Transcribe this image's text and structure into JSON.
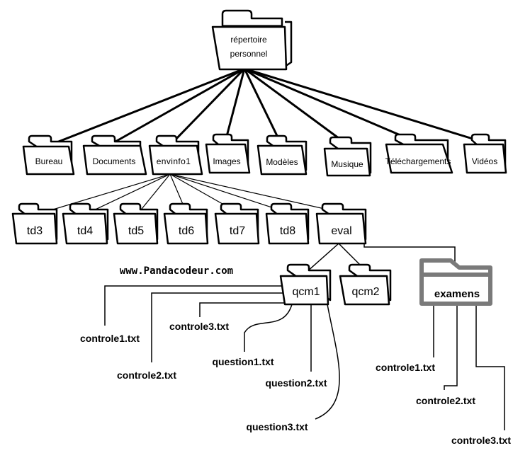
{
  "watermark": "www.Pandacodeur.com",
  "colors": {
    "folder_fill": "#ffffff",
    "folder_stroke": "#000000",
    "exam_stroke": "#7a7a7a",
    "line": "#000000"
  },
  "root": {
    "line1": "répertoire",
    "line2": "personnel"
  },
  "level1": {
    "bureau": "Bureau",
    "documents": "Documents",
    "envinfo1": "envinfo1",
    "images": "Images",
    "modeles": "Modèles",
    "musique": "Musique",
    "telechargements": "Téléchargements",
    "videos": "Vidéos"
  },
  "level2": {
    "td3": "td3",
    "td4": "td4",
    "td5": "td5",
    "td6": "td6",
    "td7": "td7",
    "td8": "td8",
    "eval": "eval"
  },
  "level3": {
    "qcm1": "qcm1",
    "qcm2": "qcm2",
    "examens": "examens"
  },
  "qcm1_files": {
    "controle1": "controle1.txt",
    "controle2": "controle2.txt",
    "controle3": "controle3.txt",
    "question1": "question1.txt",
    "question2": "question2.txt",
    "question3": "question3.txt"
  },
  "examens_files": {
    "controle1": "controle1.txt",
    "controle2": "controle2.txt",
    "controle3": "controle3.txt"
  }
}
